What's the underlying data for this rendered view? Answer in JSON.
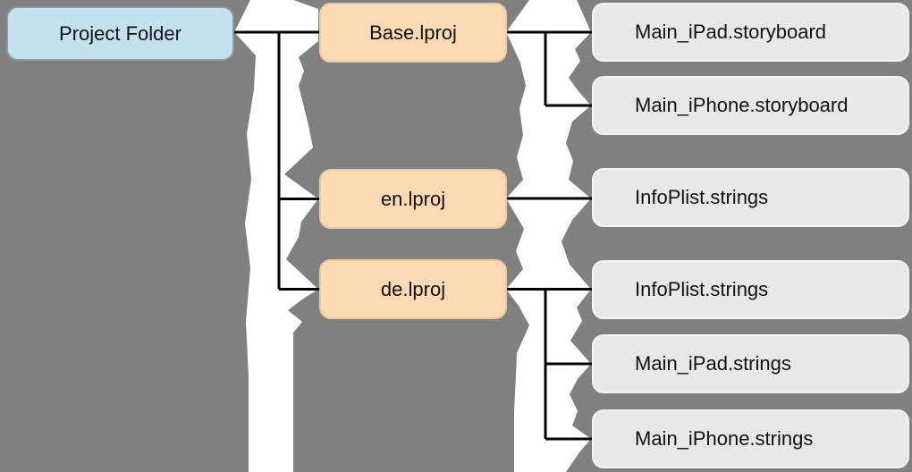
{
  "diagram": {
    "nodes": {
      "project_folder": {
        "label": "Project Folder",
        "type": "folder"
      },
      "base_lproj": {
        "label": "Base.lproj",
        "type": "lproj"
      },
      "en_lproj": {
        "label": "en.lproj",
        "type": "lproj"
      },
      "de_lproj": {
        "label": "de.lproj",
        "type": "lproj"
      },
      "main_ipad_storyboard": {
        "label": "Main_iPad.storyboard",
        "type": "file"
      },
      "main_iphone_storyboard": {
        "label": "Main_iPhone.storyboard",
        "type": "file"
      },
      "infoplist_strings_en": {
        "label": "InfoPlist.strings",
        "type": "file"
      },
      "infoplist_strings_de": {
        "label": "InfoPlist.strings",
        "type": "file"
      },
      "main_ipad_strings": {
        "label": "Main_iPad.strings",
        "type": "file"
      },
      "main_iphone_strings": {
        "label": "Main_iPhone.strings",
        "type": "file"
      }
    },
    "edges": [
      {
        "from": "project_folder",
        "to": "base_lproj"
      },
      {
        "from": "project_folder",
        "to": "en_lproj"
      },
      {
        "from": "project_folder",
        "to": "de_lproj"
      },
      {
        "from": "base_lproj",
        "to": "main_ipad_storyboard"
      },
      {
        "from": "base_lproj",
        "to": "main_iphone_storyboard"
      },
      {
        "from": "en_lproj",
        "to": "infoplist_strings_en"
      },
      {
        "from": "de_lproj",
        "to": "infoplist_strings_de"
      },
      {
        "from": "de_lproj",
        "to": "main_ipad_strings"
      },
      {
        "from": "de_lproj",
        "to": "main_iphone_strings"
      }
    ],
    "colors": {
      "background": "#808080",
      "folder_node_fill": "#c3e2ee",
      "folder_node_border": "#8b9aa1",
      "lproj_node_fill": "#fbd9b3",
      "lproj_node_border": "#eec8a0",
      "file_node_fill": "#e7e9e8",
      "file_node_border": "#f2f3f2",
      "connector": "#000000",
      "torn_band": "#ffffff",
      "text": "#111111"
    }
  }
}
